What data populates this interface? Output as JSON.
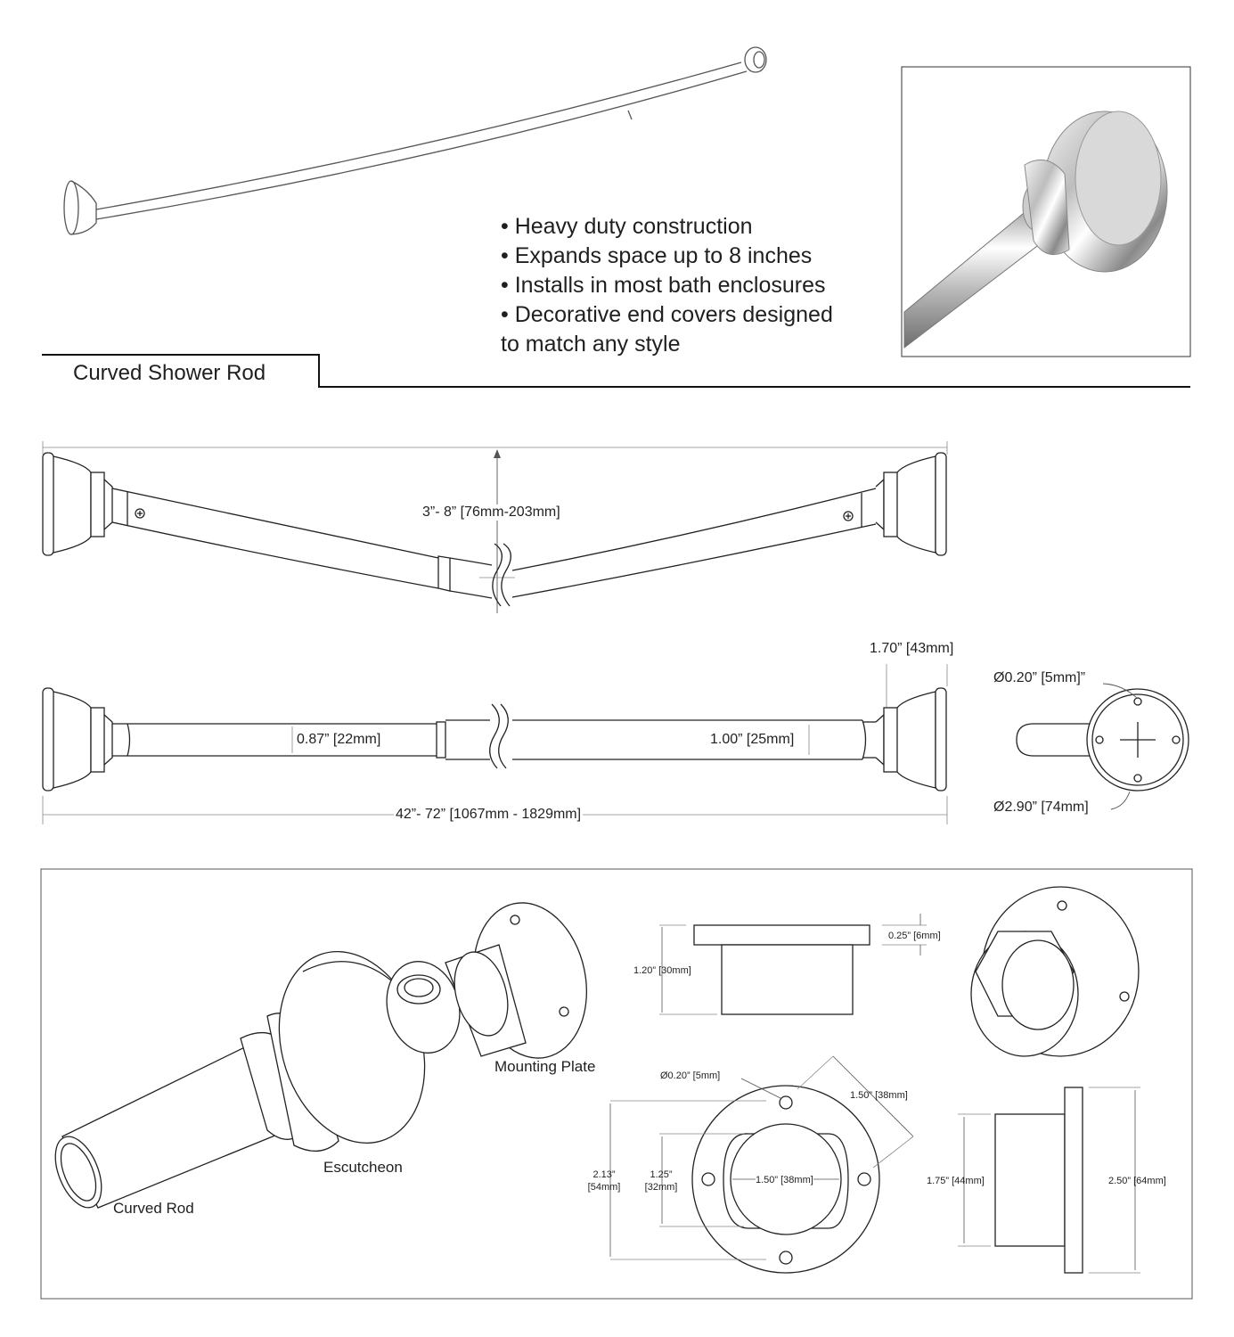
{
  "features": [
    "• Heavy duty construction",
    "• Expands space up to 8 inches",
    "• Installs in most bath enclosures",
    "• Decorative end covers designed",
    "to match any style"
  ],
  "title": "Curved Shower Rod",
  "dimensions": {
    "curve_depth": "3”- 8” [76mm-203mm]",
    "escutcheon_depth": "1.70” [43mm]",
    "inner_rod_dia": "0.87” [22mm]",
    "outer_rod_dia": "1.00” [25mm]",
    "overall_length": "42”- 72” [1067mm - 1829mm]",
    "hole_dia": "Ø0.20” [5mm]”",
    "escutcheon_dia": "Ø2.90” [74mm]"
  },
  "parts": {
    "mounting_plate": "Mounting Plate",
    "escutcheon": "Escutcheon",
    "curved_rod": "Curved Rod"
  },
  "plate_dims": {
    "flange_thickness": "0.25” [6mm]",
    "height": "1.20” [30mm]",
    "hole_dia": "Ø0.20” [5mm]",
    "hole_spacing": "1.50” [38mm]",
    "outer_h_1": "2.13”",
    "outer_h_2": "[54mm]",
    "inner_h_1": "1.25”",
    "inner_h_2": "[32mm]",
    "inner_w": "1.50” [38mm]",
    "side_h": "1.75” [44mm]",
    "side_total": "2.50” [64mm]"
  }
}
